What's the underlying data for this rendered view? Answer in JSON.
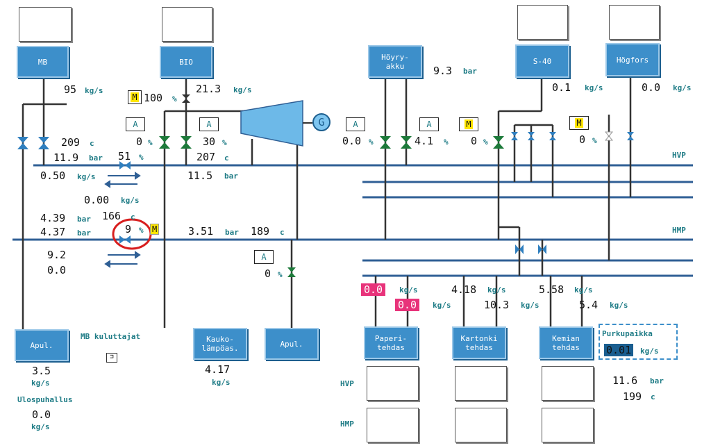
{
  "blocks": {
    "mb": "MB",
    "bio": "BIO",
    "hoyry": "Höyry-\nakku",
    "s40": "S-40",
    "hogfors": "Högfors",
    "apul1": "Apul.",
    "kauko": "Kauko-\nlämpöas.",
    "apul2": "Apul.",
    "paperi": "Paperi-\ntehdas",
    "kartonki": "Kartonki\ntehdas",
    "kemian": "Kemian\ntehdas"
  },
  "mode": {
    "a": "A",
    "m": "M"
  },
  "headers": {
    "hvp": "HVP",
    "hmp": "HMP",
    "mb_kuluttajat": "MB kuluttajat",
    "ulospuhallus": "Ulospuhallus",
    "purkupaikka": "Purkupaikka",
    "trend_hvp": "HVP",
    "trend_hmp": "HMP"
  },
  "units": {
    "kgs": "kg/s",
    "pct": "%",
    "c": "c",
    "bar": "bar"
  },
  "values": {
    "mb_flow": "95",
    "bio_valve_pct": "100",
    "bio_flow": "21.3",
    "hoyry_bar": "9.3",
    "s40_flow": "0.1",
    "hogfors_flow": "0.0",
    "mb_temp": "209",
    "mb_bar": "11.9",
    "reduc1_pct": "51",
    "mb_valve_pct": "0",
    "bio_valve2_pct": "30",
    "bio_temp": "207",
    "bio_bar": "11.5",
    "hoyry_valve1_pct": "0.0",
    "hoyry_valve2_pct": "4.1",
    "s40_valve_pct": "0",
    "hogfors_valve_pct": "0",
    "flow_050": "0.50",
    "flow_000": "0.00",
    "bar_439": "4.39",
    "temp_166": "166",
    "bar_437": "4.37",
    "reduc2_pct": "9",
    "bar_351": "3.51",
    "temp_189": "189",
    "val_92": "9.2",
    "val_00": "0.0",
    "apul2_valve_pct": "0",
    "paperi_hvp": "0.0",
    "paperi_hmp": "0.0",
    "kartonki_hvp": "4.18",
    "kartonki_hmp": "10.3",
    "kemian_hvp": "5.58",
    "kemian_hmp": "5.4",
    "purku": "0.01",
    "apul1_flow": "3.5",
    "ulos_flow": "0.0",
    "kauko_flow": "4.17",
    "bottom_bar": "11.6",
    "bottom_temp": "199"
  },
  "colors": {
    "pipe": "#2f5f95",
    "block": "#3d8fca",
    "valve_green": "#1d7a3a",
    "valve_blue": "#2f7fbf",
    "highlight": "#e8337a",
    "annotation": "#d81e1e"
  }
}
